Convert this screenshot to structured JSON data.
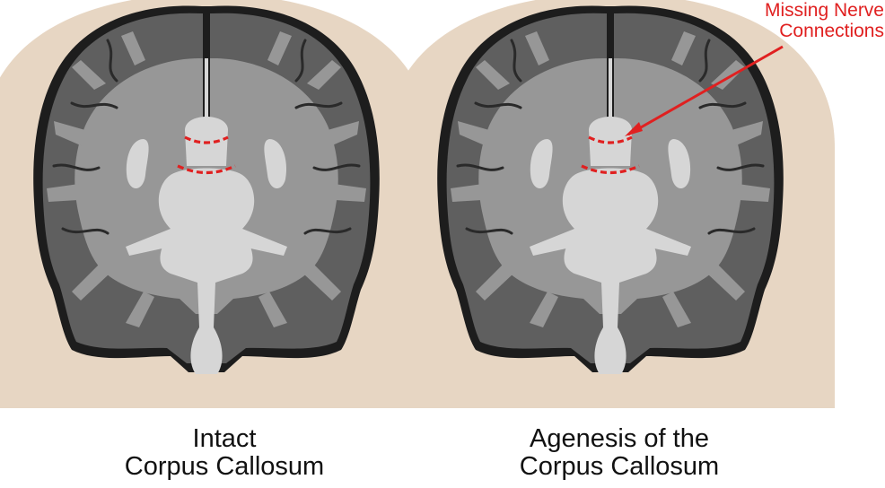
{
  "colors": {
    "head": "#e7d6c3",
    "brain_outline": "#1d1d1d",
    "gray_matter": "#5f5f5f",
    "white_matter": "#979797",
    "ventricle": "#d6d6d6",
    "highlight": "#e02020"
  },
  "panels": [
    {
      "caption_line1": "Intact",
      "caption_line2": "Corpus Callosum"
    },
    {
      "caption_line1": "Agenesis of the",
      "caption_line2": "Corpus Callosum"
    }
  ],
  "annotation": {
    "line1": "Missing Nerve",
    "line2": "Connections"
  }
}
